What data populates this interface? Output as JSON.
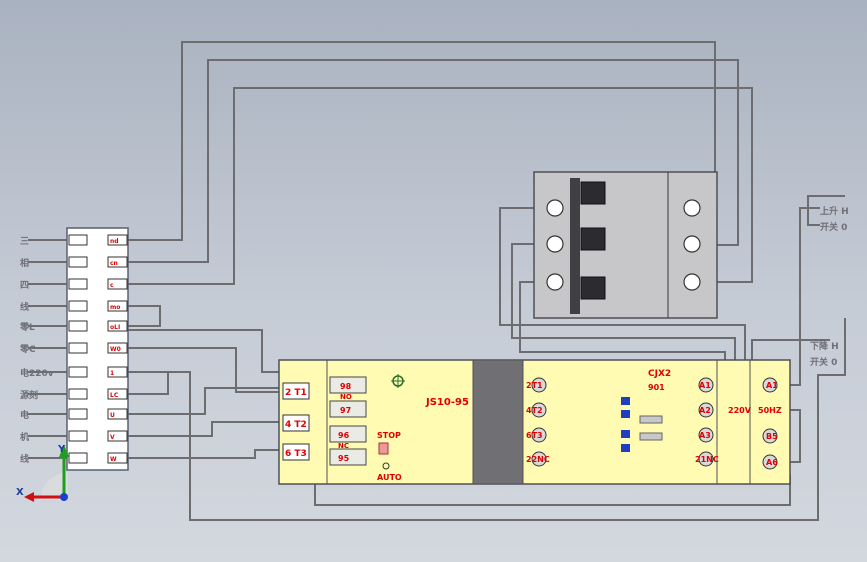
{
  "left_labels": [
    "三",
    "相",
    "四",
    "线",
    "零L",
    "零C",
    "电220v",
    "源刻",
    "电",
    "机",
    "线"
  ],
  "strip_tags": [
    "nd",
    "cn",
    "c",
    "mo",
    "oLI",
    "W0",
    "1",
    "LC",
    "U",
    "V",
    "W"
  ],
  "right_labels": {
    "upper_limit": [
      "上升 H",
      "开关 0"
    ],
    "lower_limit": [
      "下降 H",
      "开关 0"
    ]
  },
  "controller": {
    "terminals_left": [
      "2 T1",
      "4 T2",
      "6 T3"
    ],
    "relay_labels": [
      "98",
      "97",
      "96",
      "95",
      "NO",
      "NC"
    ],
    "title": "JS10-95",
    "stop_label": "STOP",
    "auto_label": "AUTO",
    "contacts": [
      "2T1",
      "4T2",
      "6T3",
      "22NC"
    ],
    "contactor_label": [
      "CJX2",
      "901"
    ],
    "coil_terminals": [
      "A1",
      "A2",
      "A3",
      "21NC"
    ],
    "voltage_label": "220V",
    "freq_label": "50HZ",
    "right_terminals": [
      "A1",
      "B5",
      "A6"
    ]
  },
  "axes": {
    "x": "X",
    "y": "Y"
  },
  "colors": {
    "background": "#bcc3ce",
    "wire": "#6d6d70",
    "module": "#fffbb3",
    "red": "#e00000"
  }
}
